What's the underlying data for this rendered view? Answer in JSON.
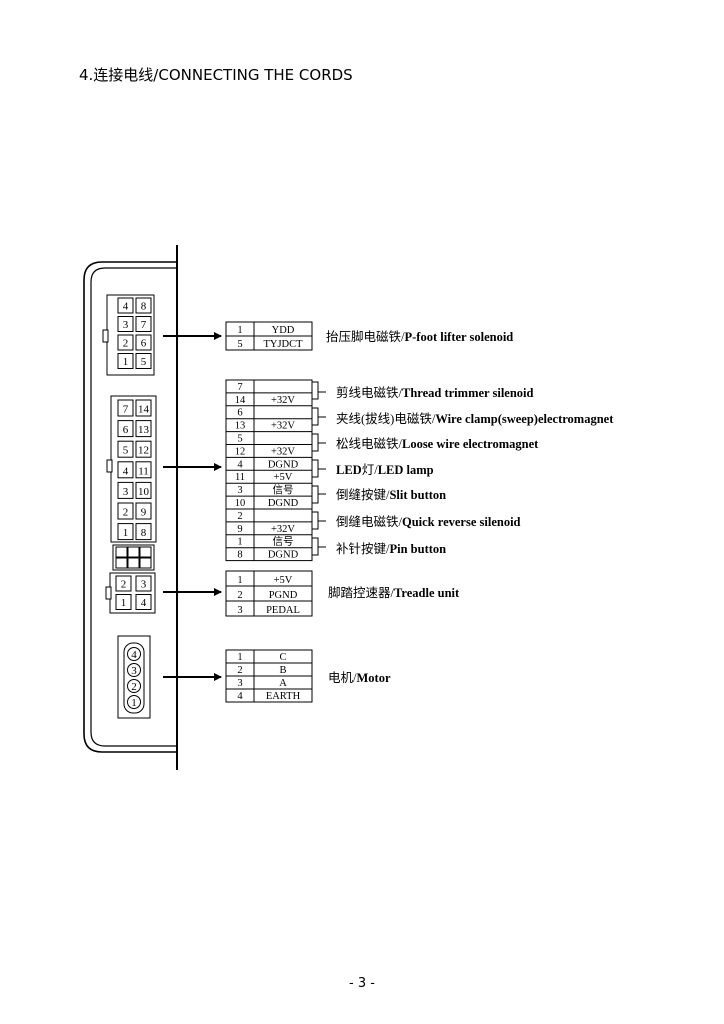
{
  "page": {
    "heading": "4.连接电线/CONNECTING THE CORDS",
    "page_number": "- 3 -"
  },
  "connectors": [
    {
      "pins": [
        [
          "4",
          "8"
        ],
        [
          "3",
          "7"
        ],
        [
          "2",
          "6"
        ],
        [
          "1",
          "5"
        ]
      ]
    },
    {
      "pins": [
        [
          "7",
          "14"
        ],
        [
          "6",
          "13"
        ],
        [
          "5",
          "12"
        ],
        [
          "4",
          "11"
        ],
        [
          "3",
          "10"
        ],
        [
          "2",
          "9"
        ],
        [
          "1",
          "8"
        ]
      ]
    },
    {
      "pins": [
        [
          "2",
          "3"
        ],
        [
          "1",
          "4"
        ]
      ]
    },
    {
      "pins": [
        "4",
        "3",
        "2",
        "1"
      ]
    }
  ],
  "pinout_tables": [
    {
      "rows": [
        [
          "1",
          "YDD"
        ],
        [
          "5",
          "TYJDCT"
        ]
      ]
    },
    {
      "rows": [
        [
          "7",
          ""
        ],
        [
          "14",
          "+32V"
        ],
        [
          "6",
          ""
        ],
        [
          "13",
          "+32V"
        ],
        [
          "5",
          ""
        ],
        [
          "12",
          "+32V"
        ],
        [
          "4",
          "DGND"
        ],
        [
          "11",
          "+5V"
        ],
        [
          "3",
          "信号"
        ],
        [
          "10",
          "DGND"
        ],
        [
          "2",
          ""
        ],
        [
          "9",
          "+32V"
        ],
        [
          "1",
          "信号"
        ],
        [
          "8",
          "DGND"
        ]
      ]
    },
    {
      "rows": [
        [
          "1",
          "+5V"
        ],
        [
          "2",
          "PGND"
        ],
        [
          "3",
          "PEDAL"
        ]
      ]
    },
    {
      "rows": [
        [
          "1",
          "C"
        ],
        [
          "2",
          "B"
        ],
        [
          "3",
          "A"
        ],
        [
          "4",
          "EARTH"
        ]
      ]
    }
  ],
  "labels": [
    {
      "cn": "抬压脚电磁铁/",
      "en": "P-foot lifter solenoid"
    },
    {
      "cn": "剪线电磁铁/",
      "en": "Thread trimmer silenoid"
    },
    {
      "cn": "夹线(拔线)电磁铁/",
      "en": "Wire clamp(sweep)electromagnet"
    },
    {
      "cn": "松线电磁铁/",
      "en": "Loose wire electromagnet"
    },
    {
      "cn": "灯/",
      "en": "LED lamp",
      "prefix": "LED"
    },
    {
      "cn": "倒缝按键/",
      "en": "Slit button"
    },
    {
      "cn": "倒缝电磁铁/",
      "en": "Quick reverse silenoid"
    },
    {
      "cn": "补针按键/",
      "en": "Pin button"
    },
    {
      "cn": "脚踏控速器/",
      "en": "Treadle unit"
    },
    {
      "cn": "电机/",
      "en": "Motor"
    }
  ]
}
